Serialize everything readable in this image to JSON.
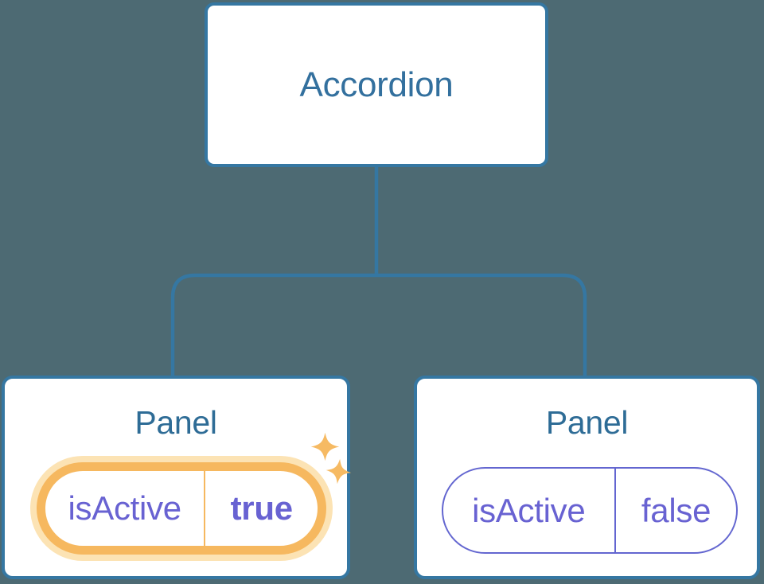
{
  "diagram": {
    "root": {
      "label": "Accordion"
    },
    "panels": [
      {
        "title": "Panel",
        "state": {
          "key": "isActive",
          "value": "true"
        },
        "highlighted": true
      },
      {
        "title": "Panel",
        "state": {
          "key": "isActive",
          "value": "false"
        },
        "highlighted": false
      }
    ],
    "colors": {
      "background": "#4d6a73",
      "node_border_blue": "#3577a2",
      "root_text_blue": "#33709e",
      "panel_text_blue": "#2e6c96",
      "state_text_purple": "#6862d2",
      "state_border_purple": "#6366d0",
      "highlight_orange": "#f6b85f",
      "highlight_halo": "#fce3b4",
      "sparkle_orange": "#f6ba63"
    }
  }
}
